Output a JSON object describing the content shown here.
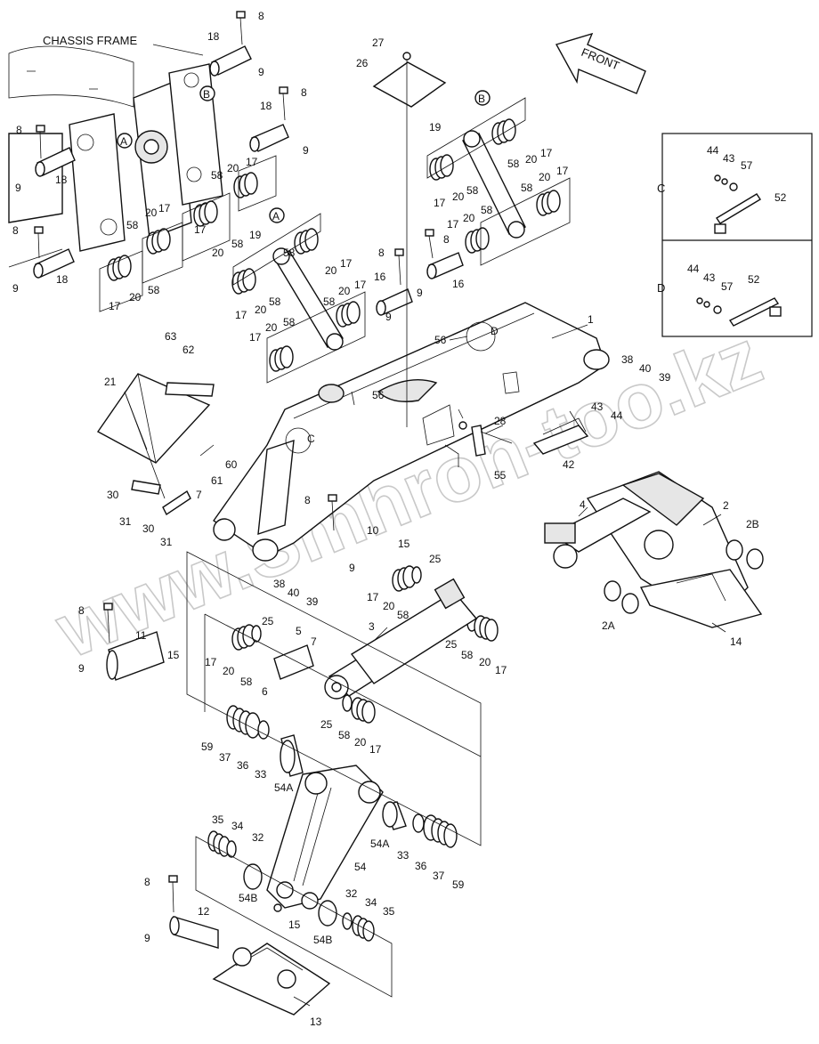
{
  "header": {
    "chassis_label": "CHASSIS FRAME",
    "front_label": "FRONT",
    "watermark": "www.Smhron-too.kz"
  },
  "detail_boxes": {
    "c": {
      "letter": "C",
      "parts": [
        "44",
        "43",
        "57",
        "52"
      ]
    },
    "d": {
      "letter": "D",
      "parts": [
        "44",
        "43",
        "57",
        "52"
      ]
    }
  },
  "view_markers": [
    "A",
    "B",
    "C",
    "D"
  ],
  "callouts": {
    "c1": "1",
    "c2": "2",
    "c2a": "2A",
    "c2b": "2B",
    "c3": "3",
    "c4": "4",
    "c5": "5",
    "c6": "6",
    "c7": "7",
    "c8": "8",
    "c9": "9",
    "c10": "10",
    "c11": "11",
    "c12": "12",
    "c13": "13",
    "c14": "14",
    "c15": "15",
    "c16": "16",
    "c17": "17",
    "c18": "18",
    "c19": "19",
    "c20": "20",
    "c21": "21",
    "c25": "25",
    "c26": "26",
    "c27": "27",
    "c28": "28",
    "c30": "30",
    "c31": "31",
    "c32": "32",
    "c33": "33",
    "c34": "34",
    "c35": "35",
    "c36": "36",
    "c37": "37",
    "c38": "38",
    "c39": "39",
    "c40": "40",
    "c42": "42",
    "c43": "43",
    "c44": "44",
    "c52": "52",
    "c54": "54",
    "c54a": "54A",
    "c54b": "54B",
    "c55": "55",
    "c56": "56",
    "c57": "57",
    "c58": "58",
    "c59": "59",
    "c60": "60",
    "c61": "61",
    "c62": "62",
    "c63": "63"
  }
}
